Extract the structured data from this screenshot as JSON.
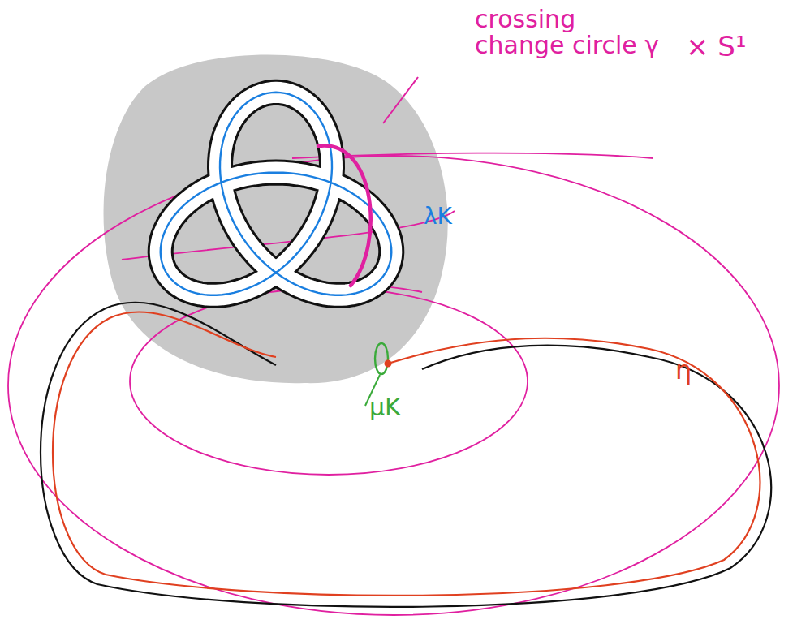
{
  "diagram": {
    "labels": [
      "crossing change circle γ",
      "λK",
      "× S¹",
      "μK",
      "η"
    ]
  }
}
